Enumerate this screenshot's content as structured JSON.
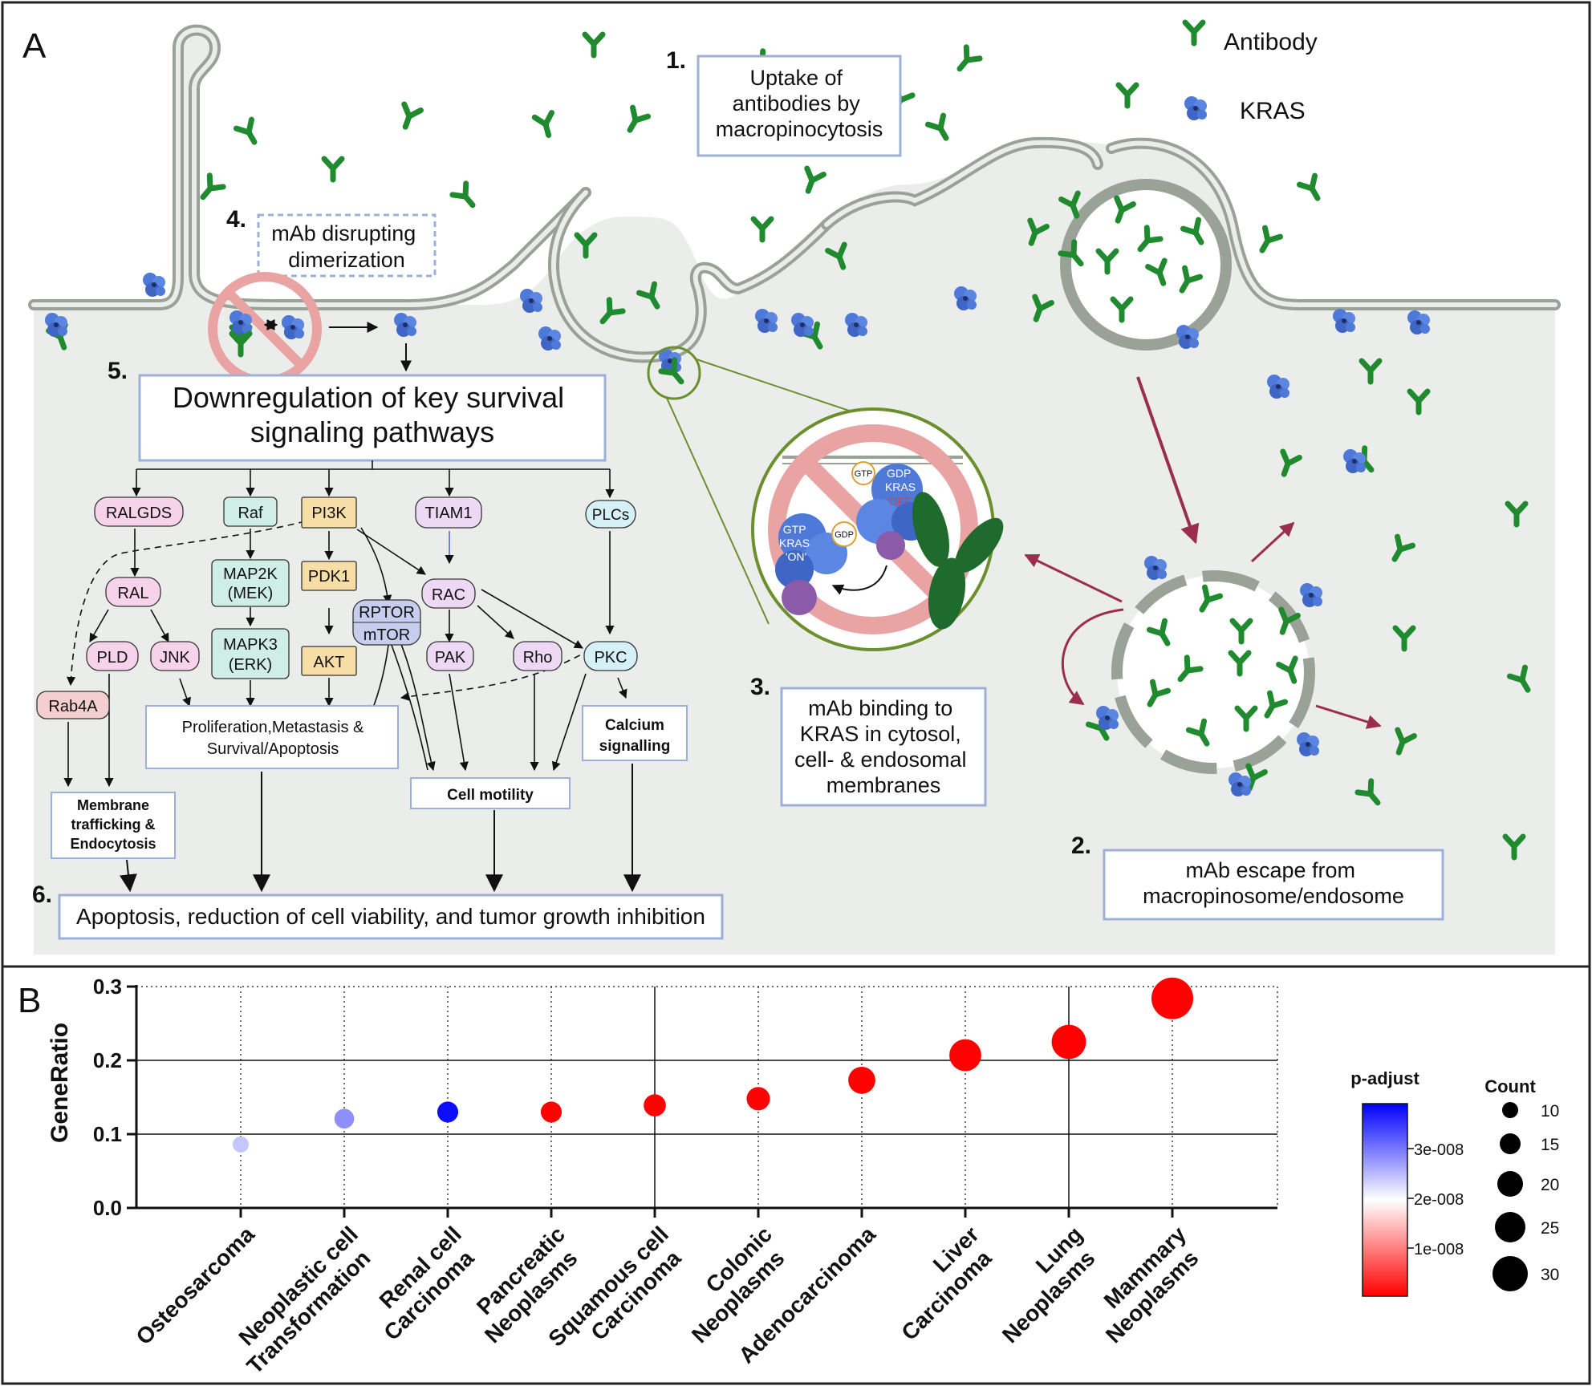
{
  "panel_a": {
    "letter": "A",
    "legend": {
      "antibody": "Antibody",
      "kras": "KRAS"
    },
    "steps": {
      "s1_num": "1.",
      "s1_line1": "Uptake of",
      "s1_line2": "antibodies by",
      "s1_line3": "macropinocytosis",
      "s2_num": "2.",
      "s2_line1": "mAb escape from",
      "s2_line2": "macropinosome/endosome",
      "s3_num": "3.",
      "s3_line1": "mAb binding to",
      "s3_line2": "KRAS in cytosol,",
      "s3_line3": "cell- & endosomal",
      "s3_line4": "membranes",
      "s4_num": "4.",
      "s4_line1": "mAb disrupting",
      "s4_line2": "dimerization",
      "s5_num": "5.",
      "s5_line1": "Downregulation of key survival",
      "s5_line2": "signaling pathways",
      "s6_num": "6.",
      "s6_text": "Apoptosis, reduction of cell viability, and tumor growth inhibition"
    },
    "zoom": {
      "gtp": "GTP",
      "gdp_small": "GDP",
      "kras_off_l1": "GDP",
      "kras_off_l2": "KRAS",
      "kras_off_l3": "'OFF'",
      "kras_on_l1": "GTP",
      "kras_on_l2": "KRAS",
      "kras_on_l3": "'ON'"
    },
    "nodes": {
      "ralgds": "RALGDS",
      "raf": "Raf",
      "pi3k": "PI3K",
      "tiam1": "TIAM1",
      "plcs": "PLCs",
      "ral": "RAL",
      "map2k_l1": "MAP2K",
      "map2k_l2": "(MEK)",
      "pdk1": "PDK1",
      "rptor": "RPTOR",
      "mtor": "mTOR",
      "rac": "RAC",
      "pld": "PLD",
      "jnk": "JNK",
      "mapk3_l1": "MAPK3",
      "mapk3_l2": "(ERK)",
      "akt": "AKT",
      "pak": "PAK",
      "rho": "Rho",
      "pkc": "PKC",
      "rab4a": "Rab4A"
    },
    "outcomes": {
      "prolif_l1": "Proliferation,Metastasis &",
      "prolif_l2": "Survival/Apoptosis",
      "calcium_l1": "Calcium",
      "calcium_l2": "signalling",
      "motility": "Cell motility",
      "membrane_l1": "Membrane",
      "membrane_l2": "trafficking &",
      "membrane_l3": "Endocytosis"
    },
    "colors": {
      "antibody": "#1f8a2e",
      "kras": "#4f79d8",
      "membrane": "#9aa196",
      "cytosol": "#ebedea",
      "arrow_maroon": "#9b2d4e",
      "prohibit": "#e9a3a3"
    }
  },
  "panel_b": {
    "letter": "B",
    "colorbar": {
      "title": "p-adjust",
      "ticks": [
        "3e-008",
        "2e-008",
        "1e-008"
      ]
    },
    "size_legend": {
      "title": "Count",
      "labels": [
        "10",
        "15",
        "20",
        "25",
        "30"
      ]
    }
  },
  "chart_data": {
    "type": "scatter",
    "ylabel": "GeneRatio",
    "ylim": [
      0.0,
      0.3
    ],
    "yticks": [
      "0.0",
      "0.1",
      "0.2",
      "0.3"
    ],
    "grid": "dotted vertical lines at categories, solid horizontal lines at 0.1 and 0.2",
    "legend_placement": "right",
    "categories": [
      [
        "Osteosarcoma"
      ],
      [
        "Neoplastic cell",
        "Transformation"
      ],
      [
        "Renal cell",
        "Carcinoma"
      ],
      [
        "Pancreatic",
        "Neoplasms"
      ],
      [
        "Squamous cell",
        "Carcinoma"
      ],
      [
        "Colonic",
        "Neoplasms"
      ],
      [
        "Adenocarcinoma"
      ],
      [
        "Liver",
        "Carcinoma"
      ],
      [
        "Lung",
        "Neoplasms"
      ],
      [
        "Mammary",
        "Neoplasms"
      ]
    ],
    "gene_ratio": [
      0.086,
      0.121,
      0.13,
      0.13,
      0.139,
      0.148,
      0.173,
      0.207,
      0.225,
      0.284
    ],
    "count": [
      9,
      12,
      13,
      13,
      14,
      15,
      18,
      22,
      24,
      30
    ],
    "p_adjust": [
      2.2e-08,
      2.6e-08,
      3.5e-08,
      1e-10,
      1e-10,
      1e-10,
      1e-10,
      1e-10,
      1e-10,
      1e-10
    ],
    "p_adjust_range": [
      0,
      3.6e-08
    ],
    "count_range": [
      10,
      30
    ],
    "color_scale": [
      "#ff0000",
      "#ffffff",
      "#0000ff"
    ]
  }
}
